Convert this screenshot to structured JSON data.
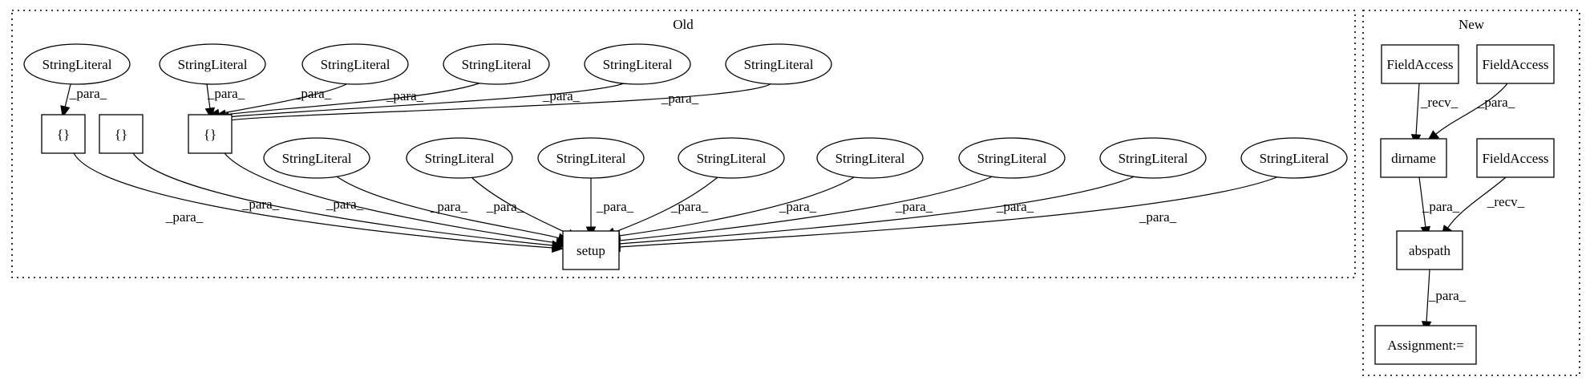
{
  "clusters": {
    "old": {
      "label": "Old"
    },
    "new": {
      "label": "New"
    }
  },
  "nodes": {
    "o_sl1": {
      "label": "StringLiteral",
      "shape": "ellipse"
    },
    "o_sl2": {
      "label": "StringLiteral",
      "shape": "ellipse"
    },
    "o_sl3": {
      "label": "StringLiteral",
      "shape": "ellipse"
    },
    "o_sl4": {
      "label": "StringLiteral",
      "shape": "ellipse"
    },
    "o_sl5": {
      "label": "StringLiteral",
      "shape": "ellipse"
    },
    "o_sl6": {
      "label": "StringLiteral",
      "shape": "ellipse"
    },
    "o_b1": {
      "label": "{}",
      "shape": "box"
    },
    "o_b2": {
      "label": "{}",
      "shape": "box"
    },
    "o_b3": {
      "label": "{}",
      "shape": "box"
    },
    "o_sl7": {
      "label": "StringLiteral",
      "shape": "ellipse"
    },
    "o_sl8": {
      "label": "StringLiteral",
      "shape": "ellipse"
    },
    "o_sl9": {
      "label": "StringLiteral",
      "shape": "ellipse"
    },
    "o_sl10": {
      "label": "StringLiteral",
      "shape": "ellipse"
    },
    "o_sl11": {
      "label": "StringLiteral",
      "shape": "ellipse"
    },
    "o_sl12": {
      "label": "StringLiteral",
      "shape": "ellipse"
    },
    "o_sl13": {
      "label": "StringLiteral",
      "shape": "ellipse"
    },
    "o_sl14": {
      "label": "StringLiteral",
      "shape": "ellipse"
    },
    "o_setup": {
      "label": "setup",
      "shape": "box"
    },
    "n_fa1": {
      "label": "FieldAccess",
      "shape": "box"
    },
    "n_fa2": {
      "label": "FieldAccess",
      "shape": "box"
    },
    "n_dirname": {
      "label": "dirname",
      "shape": "box"
    },
    "n_fa3": {
      "label": "FieldAccess",
      "shape": "box"
    },
    "n_abspath": {
      "label": "abspath",
      "shape": "box"
    },
    "n_assign": {
      "label": "Assignment:=",
      "shape": "box"
    }
  },
  "edges": [
    {
      "from": "o_sl1",
      "to": "o_b1",
      "label": "_para_"
    },
    {
      "from": "o_sl2",
      "to": "o_b3",
      "label": "_para_"
    },
    {
      "from": "o_sl3",
      "to": "o_b3",
      "label": "_para_"
    },
    {
      "from": "o_sl4",
      "to": "o_b3",
      "label": "_para_"
    },
    {
      "from": "o_sl5",
      "to": "o_b3",
      "label": "_para_"
    },
    {
      "from": "o_sl6",
      "to": "o_b3",
      "label": "_para_"
    },
    {
      "from": "o_b1",
      "to": "o_setup",
      "label": "_para_"
    },
    {
      "from": "o_b2",
      "to": "o_setup",
      "label": "_para_"
    },
    {
      "from": "o_b3",
      "to": "o_setup",
      "label": "_para_"
    },
    {
      "from": "o_sl7",
      "to": "o_setup",
      "label": "_para_"
    },
    {
      "from": "o_sl8",
      "to": "o_setup",
      "label": "_para_"
    },
    {
      "from": "o_sl9",
      "to": "o_setup",
      "label": "_para_"
    },
    {
      "from": "o_sl10",
      "to": "o_setup",
      "label": "_para_"
    },
    {
      "from": "o_sl11",
      "to": "o_setup",
      "label": "_para_"
    },
    {
      "from": "o_sl12",
      "to": "o_setup",
      "label": "_para_"
    },
    {
      "from": "o_sl13",
      "to": "o_setup",
      "label": "_para_"
    },
    {
      "from": "o_sl14",
      "to": "o_setup",
      "label": "_para_"
    },
    {
      "from": "n_fa1",
      "to": "n_dirname",
      "label": "_recv_"
    },
    {
      "from": "n_fa2",
      "to": "n_dirname",
      "label": "_para_"
    },
    {
      "from": "n_dirname",
      "to": "n_abspath",
      "label": "_para_"
    },
    {
      "from": "n_fa3",
      "to": "n_abspath",
      "label": "_recv_"
    },
    {
      "from": "n_abspath",
      "to": "n_assign",
      "label": "_para_"
    }
  ]
}
